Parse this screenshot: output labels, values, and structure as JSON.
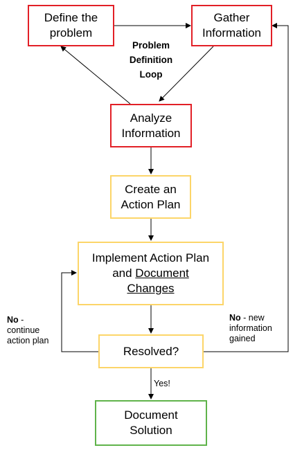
{
  "nodes": {
    "define": {
      "label": "Define the problem",
      "color": "#e21f26"
    },
    "gather": {
      "label": "Gather Information",
      "color": "#e21f26"
    },
    "analyze": {
      "label": "Analyze Information",
      "color": "#e21f26"
    },
    "create": {
      "label": "Create an Action Plan",
      "color": "#fcd568"
    },
    "implement": {
      "line1": "Implement Action Plan",
      "line2_prefix": "and ",
      "line2_underlined": "Document",
      "line3_underlined": "Changes",
      "color": "#fcd568"
    },
    "resolved": {
      "label": "Resolved?",
      "color": "#fcd568"
    },
    "document": {
      "label": "Document Solution",
      "color": "#5fb34a"
    }
  },
  "loop_label": {
    "line1": "Problem",
    "line2": "Definition",
    "line3": "Loop"
  },
  "edge_labels": {
    "no_continue": {
      "bold": "No",
      "rest": " - continue action plan"
    },
    "no_new": {
      "bold": "No",
      "rest": " - new information gained"
    },
    "yes": "Yes!"
  }
}
